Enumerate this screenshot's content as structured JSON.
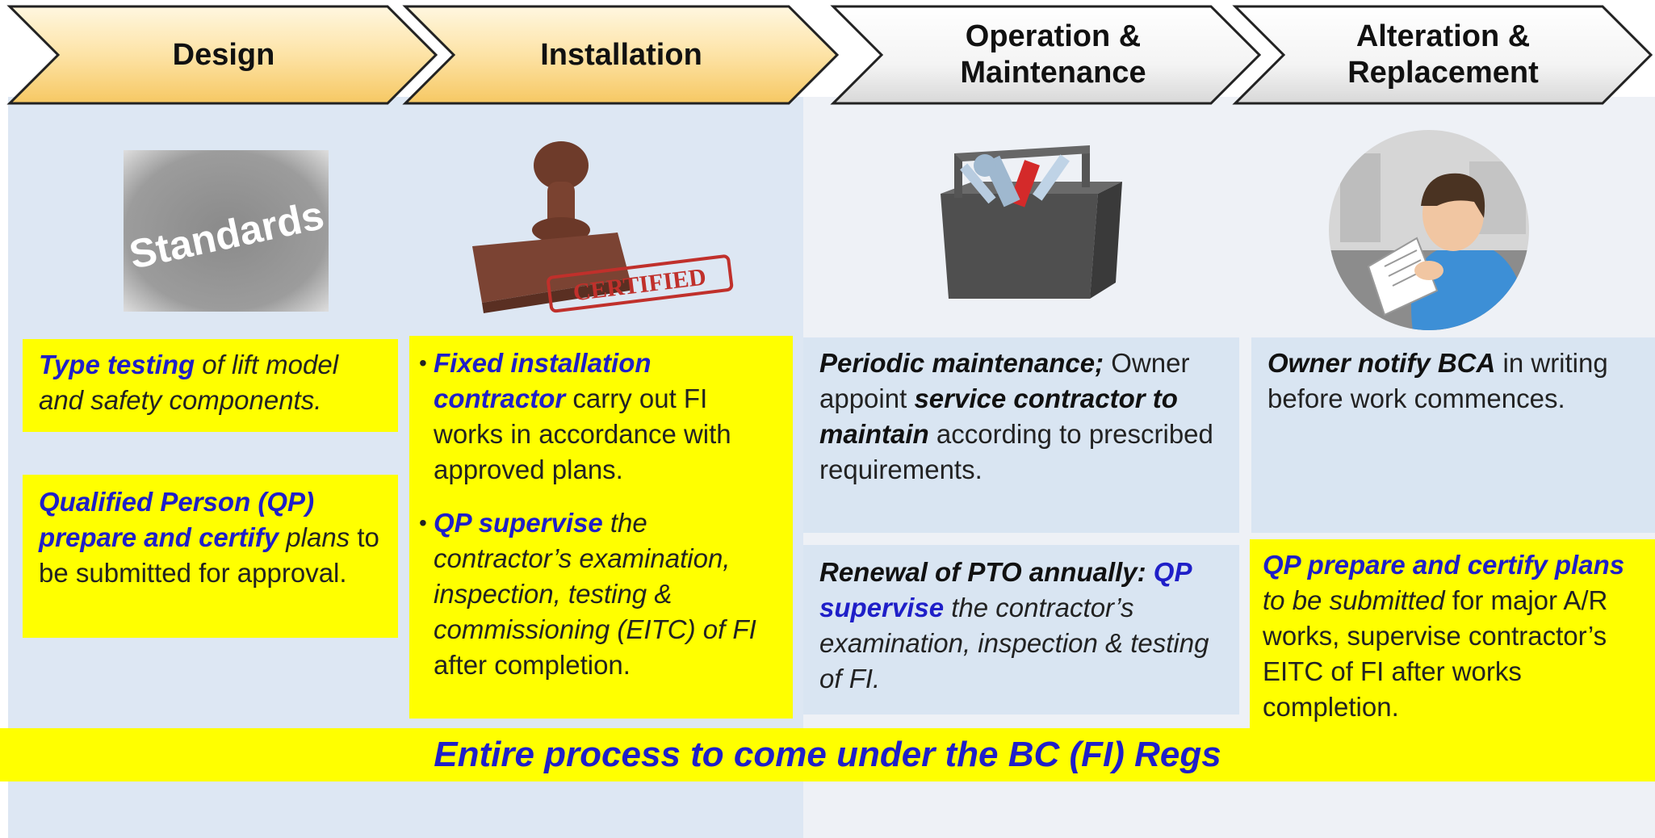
{
  "stages": [
    {
      "label": "Design"
    },
    {
      "label": "Installation"
    },
    {
      "label_line1": "Operation &",
      "label_line2": "Maintenance"
    },
    {
      "label_line1": "Alteration &",
      "label_line2": "Replacement"
    }
  ],
  "images": {
    "standards_text": "Standards",
    "stamp_text": "CERTIFIED"
  },
  "design": {
    "box1": {
      "b1": "Type testing",
      "t1": " of lift model and safety components."
    },
    "box2": {
      "b1": "Qualified Person (QP) prepare and certify",
      "t1": " plans",
      "t2": " to be submitted for approval."
    }
  },
  "installation": {
    "bullet1": {
      "b1": "Fixed installation contractor",
      "t1": " carry out FI works in accordance with approved plans."
    },
    "bullet2": {
      "b1": "QP supervise",
      "t1": " the contractor’s examination, inspection, testing & commissioning (EITC) of ",
      "t2": "FI",
      "t3": " after completion."
    }
  },
  "operation": {
    "box1": {
      "k1": "Periodic maintenance;",
      "t1": " Owner appoint ",
      "k2": "service contractor to maintain",
      "t2": " according to prescribed requirements."
    },
    "box2": {
      "k1": "Renewal of PTO annually:",
      "b1": " QP supervise",
      "t1": " the contractor’s examination, inspection & testing of FI."
    }
  },
  "alteration": {
    "box1": {
      "k1": "Owner notify BCA",
      "t1": " in writing before work commences."
    },
    "box2": {
      "b1": "QP prepare and certify plans",
      "t1": " to be submitted",
      "t2": " for major A/R works, supervise contractor’s EITC of FI after works completion."
    }
  },
  "banner": "Entire process to come under the BC (FI) Regs",
  "colors": {
    "chevron_warm": "#fbd88a",
    "chevron_cool": "#ececec",
    "highlight": "#ffff00",
    "accent_text": "#1f1fc8",
    "panel": "#d9e5f2"
  }
}
